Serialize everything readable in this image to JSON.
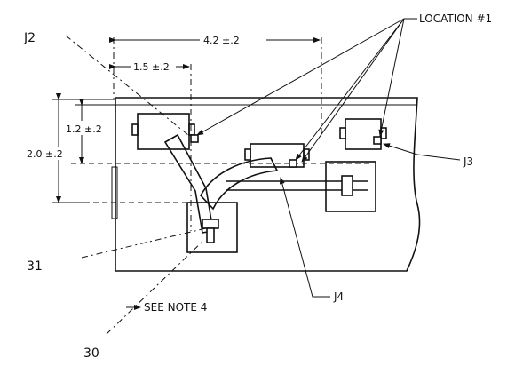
{
  "labels": {
    "location": "LOCATION #1",
    "j2": "J2",
    "j3": "J3",
    "j4": "J4",
    "item31": "31",
    "item30": "30",
    "note": "SEE NOTE 4"
  },
  "dimensions": {
    "width_overall": "4.2 ±.2",
    "width_inner": "1.5 ±.2",
    "height_overall": "2.0 ±.2",
    "height_inner": "1.2 ±.2"
  }
}
